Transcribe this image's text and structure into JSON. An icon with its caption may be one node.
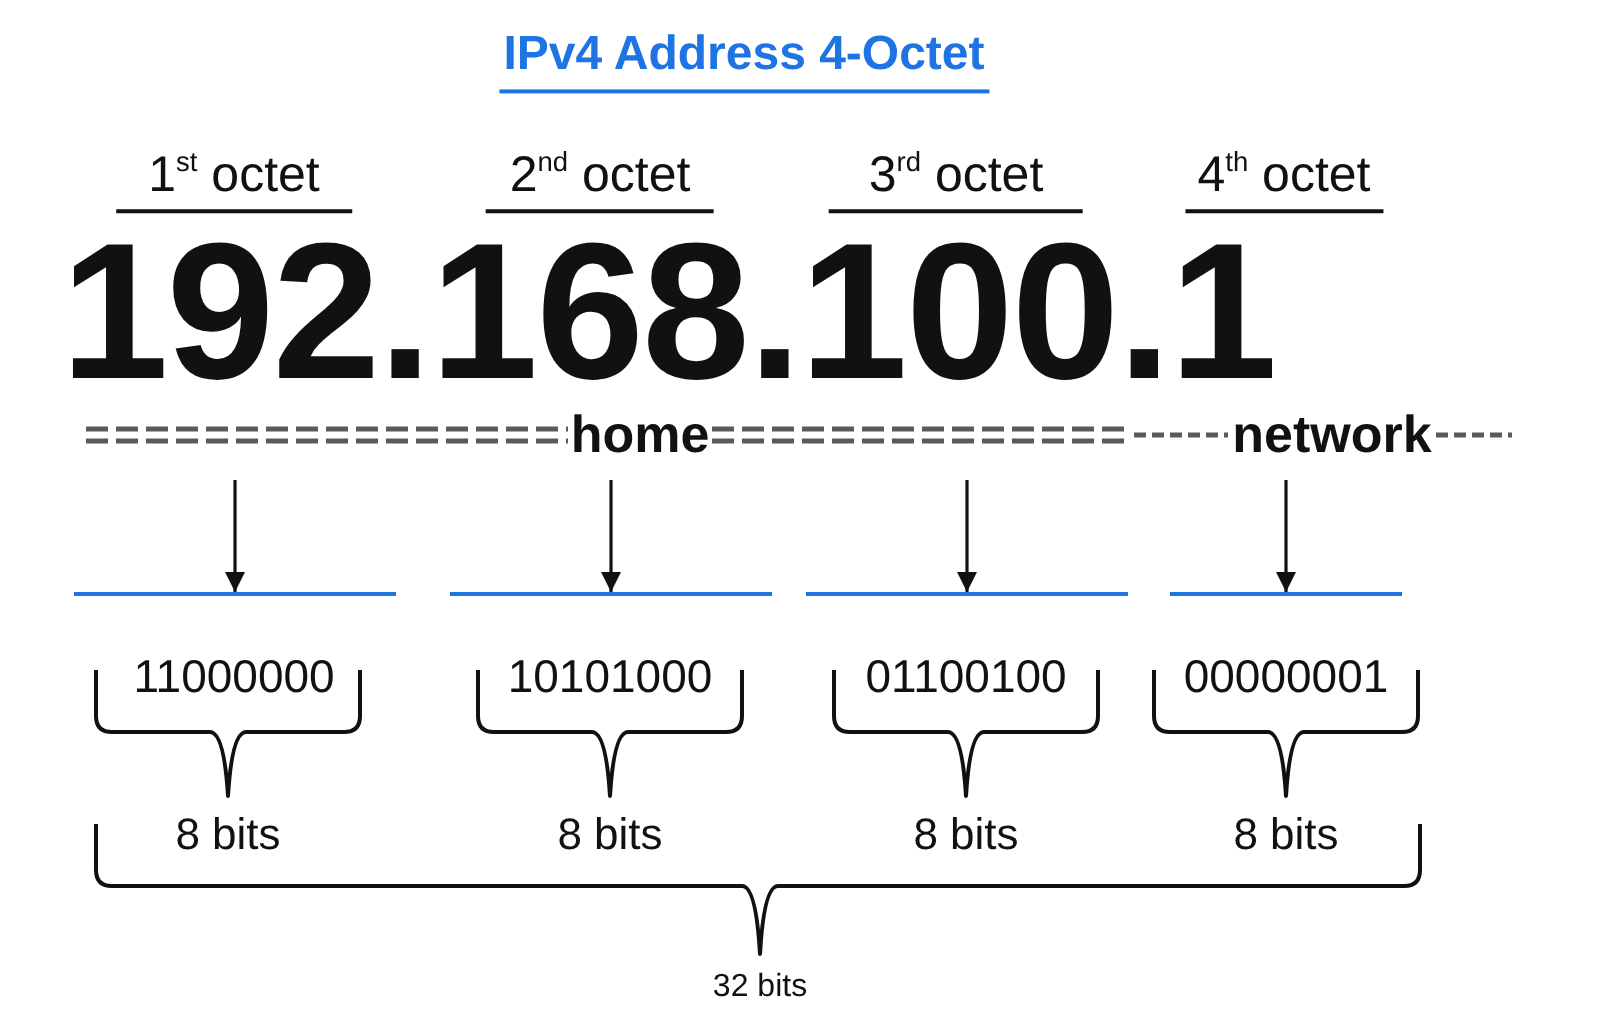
{
  "diagram": {
    "title": "IPv4 Address 4-Octet",
    "nodes": [
      {
        "text": [],
        "shape": "line"
      },
      {
        "text": [],
        "shape": "line"
      },
      {
        "text": [],
        "shape": "line"
      },
      {
        "text": [],
        "shape": "line"
      }
    ],
    "edges": [
      {
        "from": null,
        "to": 0,
        "arrow": "to"
      },
      {
        "from": null,
        "to": 1,
        "arrow": "to"
      },
      {
        "from": null,
        "to": 2,
        "arrow": "to"
      },
      {
        "from": null,
        "to": 3,
        "arrow": "to"
      }
    ],
    "labels": [
      "1$^{st}$ octet",
      "2$^{nd}$ octet",
      "3$^{rd}$ octet",
      "4$^{th}$ octet",
      "192.168.100.1",
      "home",
      "network",
      "11000000",
      "10101000",
      "01100100",
      "00000001",
      "8 bits",
      "8 bits",
      "8 bits",
      "8 bits",
      "32 bits"
    ]
  }
}
